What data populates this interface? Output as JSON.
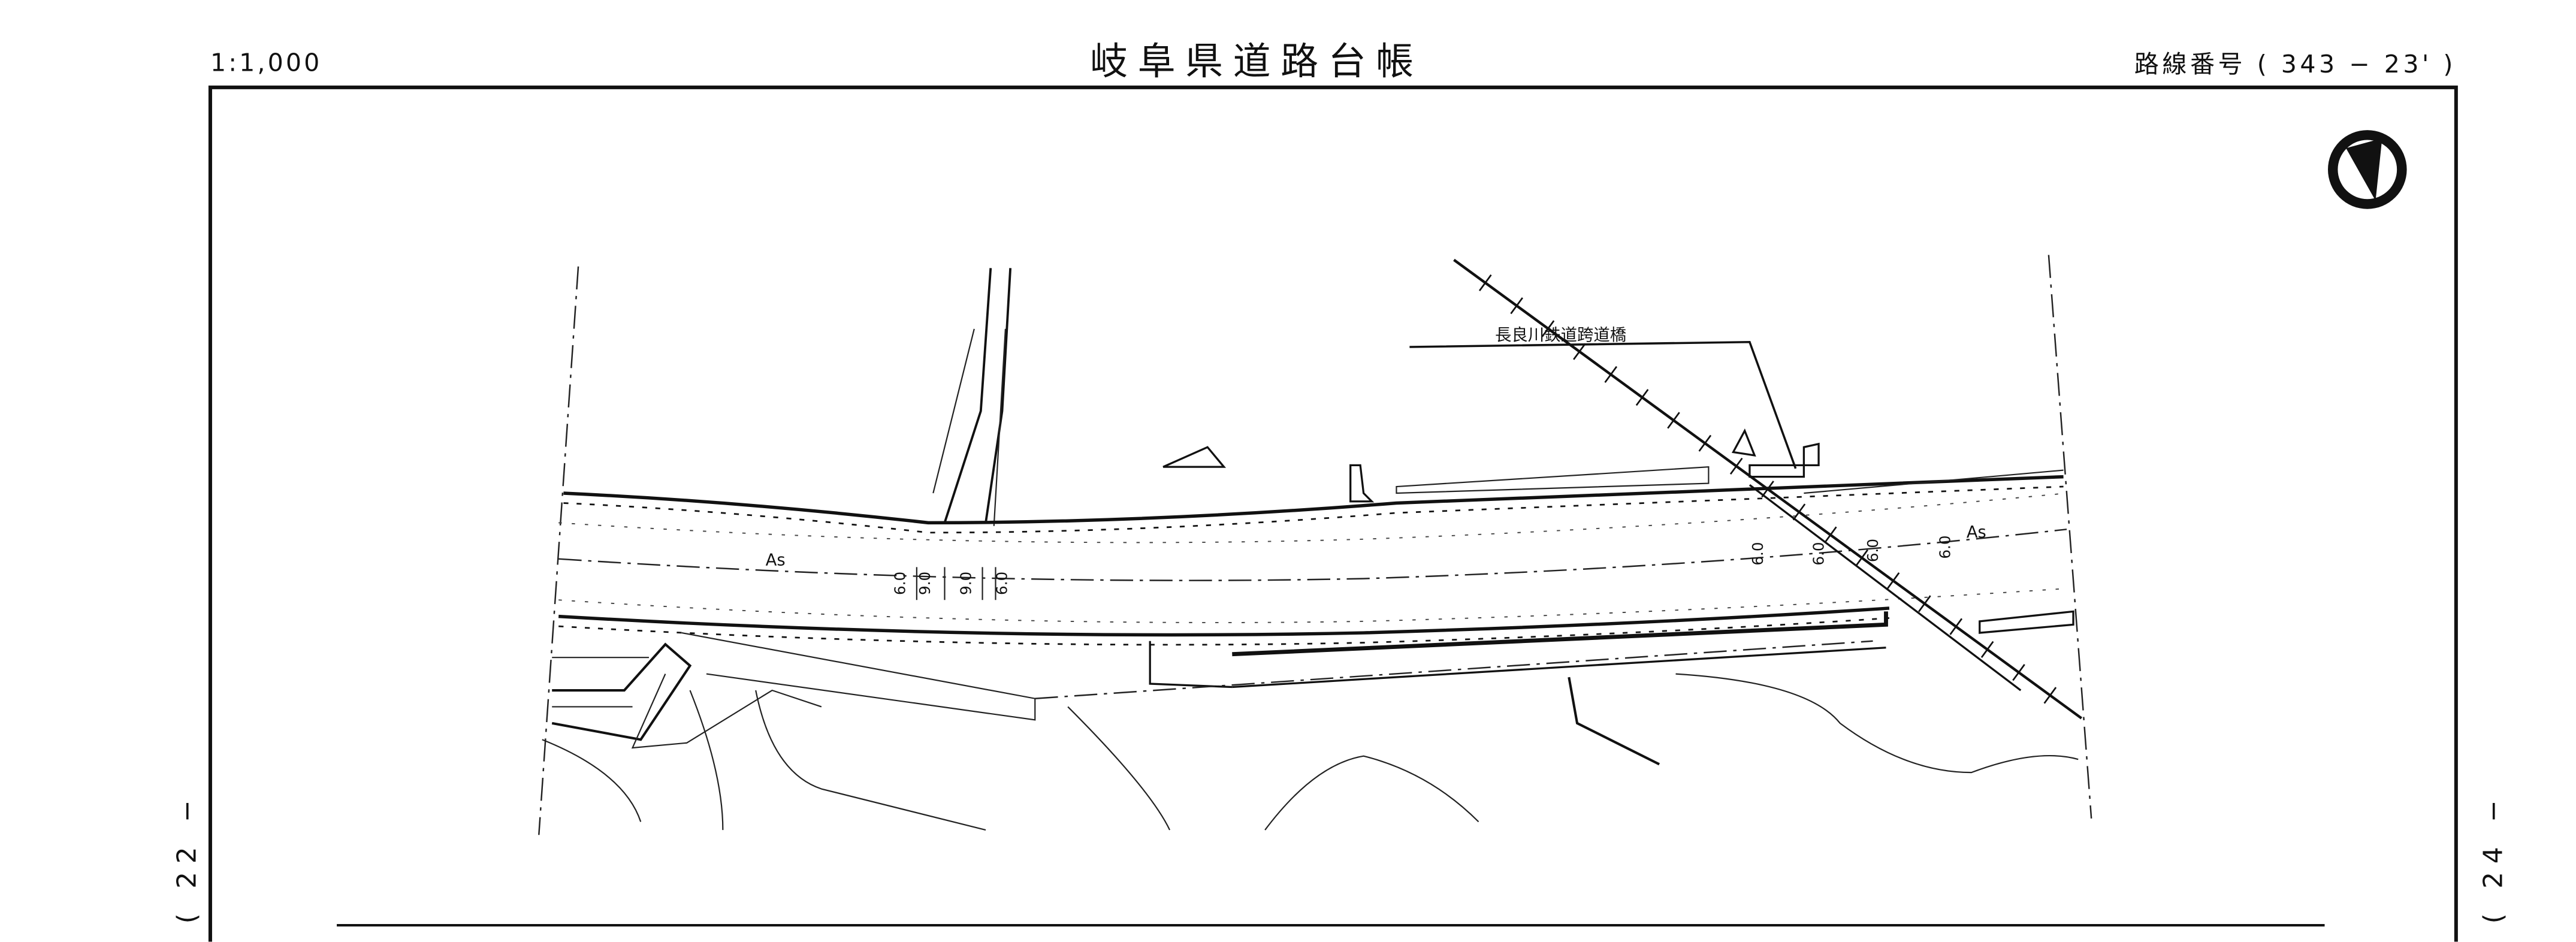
{
  "header": {
    "scale": "1:1,000",
    "title": "岐阜県道路台帳",
    "route_number": "路線番号 ( 343 − 23' )"
  },
  "side_pages": {
    "left": "( 22 −",
    "right": "( 24 −"
  },
  "map": {
    "north_arrow": "north-arrow-icon",
    "bridge_label": "長良川鉄道跨道橋",
    "surface_labels": [
      "As",
      "As"
    ],
    "width_dimensions": [
      "6.0",
      "9.0",
      "9.0",
      "6.0",
      "6.0",
      "6.0",
      "6.0",
      "6.0"
    ]
  }
}
